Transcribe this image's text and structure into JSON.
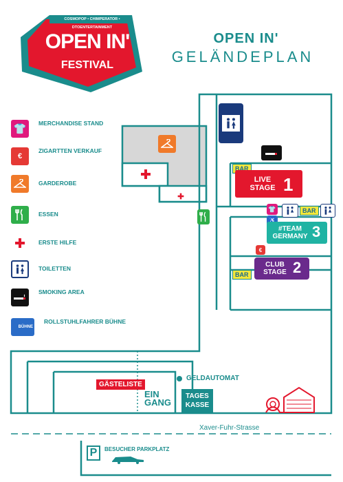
{
  "logo": {
    "tagline": "COSMOPOP • CHIMPERATOR • DTOENTERTAINMENT",
    "main": "OPEN IN'",
    "sub": "FESTIVAL"
  },
  "header": {
    "line1": "OPEN IN'",
    "line2": "GELÄNDEPLAN"
  },
  "legend": [
    {
      "id": "merch",
      "icon": "shirt-icon",
      "color": "#e0197d",
      "label": "MERCHANDISE STAND"
    },
    {
      "id": "zig",
      "icon": "cigarette-euro-icon",
      "color": "#e53935",
      "label": "ZIGARTTEN VERKAUF"
    },
    {
      "id": "garde",
      "icon": "hanger-icon",
      "color": "#f07a2a",
      "label": "GARDEROBE"
    },
    {
      "id": "essen",
      "icon": "cutlery-icon",
      "color": "#2fae4a",
      "label": "ESSEN"
    },
    {
      "id": "erste",
      "icon": "red-cross-icon",
      "color": "#ffffff",
      "label": "ERSTE HILFE"
    },
    {
      "id": "toil",
      "icon": "toilet-icon",
      "color": "#ffffff",
      "label": "TOILETTEN"
    },
    {
      "id": "smoke",
      "icon": "cigarette-icon",
      "color": "#111111",
      "label": "SMOKING AREA"
    },
    {
      "id": "rolli",
      "icon": "wheelchair-icon",
      "color": "#2a6cc7",
      "label": "ROLLSTUHLFAHRER BÜHNE"
    }
  ],
  "map": {
    "bar1": "BAR",
    "bar2": "BAR",
    "bar3": "BAR",
    "live_stage_line1": "LIVE",
    "live_stage_line2": "STAGE",
    "live_stage_num": "1",
    "team_line1": "#TEAM",
    "team_line2": "GERMANY",
    "team_num": "3",
    "club_line1": "CLUB",
    "club_line2": "STAGE",
    "club_num": "2",
    "gaesteliste": "GÄSTELISTE",
    "eingang_line1": "EIN",
    "eingang_line2": "GANG",
    "geldautomat": "GELDAUTOMAT",
    "tageskasse_line1": "TAGES",
    "tageskasse_line2": "KASSE",
    "street": "Xaver-Fuhr-Strasse",
    "parking_letter": "P",
    "parking_label": "BESUCHER PARKPLATZ",
    "rolli_badge": "BÜHNE"
  },
  "colors": {
    "teal": "#1a8c8c",
    "red": "#e3172d",
    "purple": "#6a2a8c",
    "teamgreen": "#20b3a3",
    "yellow": "#f4e73a"
  }
}
